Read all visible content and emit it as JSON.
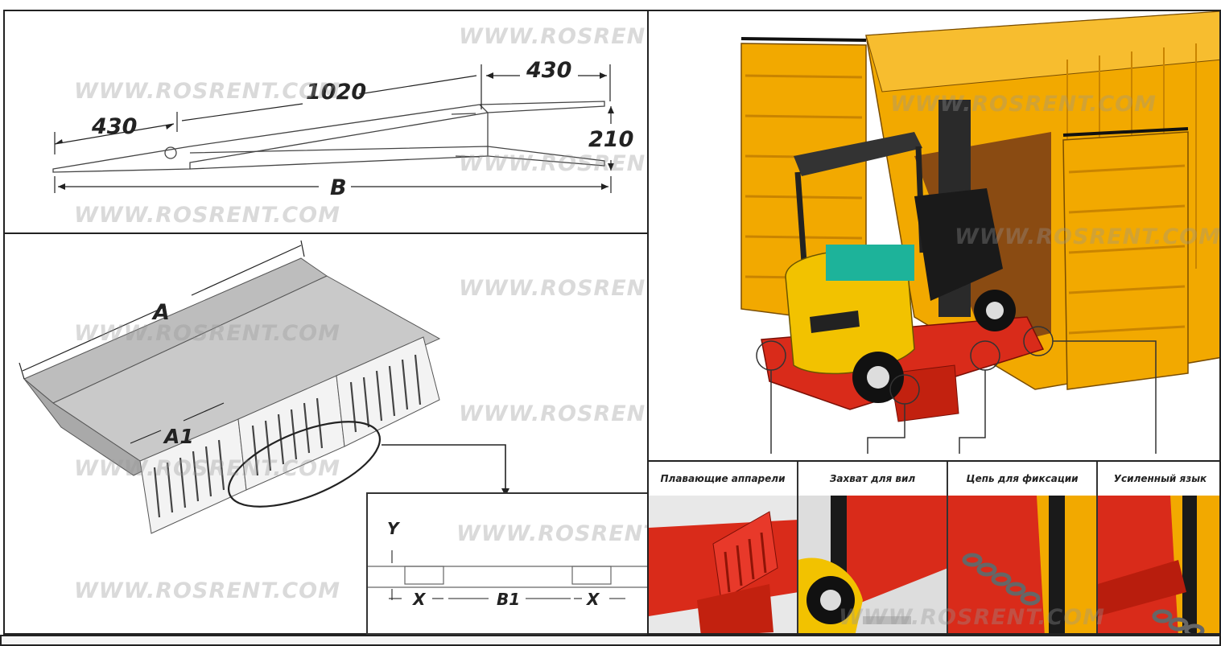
{
  "watermark": "WWW.ROSRENT.COM",
  "side_view": {
    "dim_left": "430",
    "dim_middle": "1020",
    "dim_right": "430",
    "dim_height": "210",
    "dim_total": "B"
  },
  "ramp_view": {
    "dim_width": "A",
    "dim_segment": "A1"
  },
  "cross_section": {
    "label_y": "Y",
    "label_x_left": "X",
    "label_b1": "B1",
    "label_x_right": "X"
  },
  "features": [
    {
      "label": "Плавающие аппарели"
    },
    {
      "label": "Захват для вил"
    },
    {
      "label": "Цепь для фиксации"
    },
    {
      "label": "Усиленный язык"
    }
  ],
  "colors": {
    "container": "#f2a900",
    "ramp_red": "#d92b1a",
    "forklift_yellow": "#f2c200",
    "forklift_seat": "#1db39a",
    "metal": "#b8b8b8"
  }
}
